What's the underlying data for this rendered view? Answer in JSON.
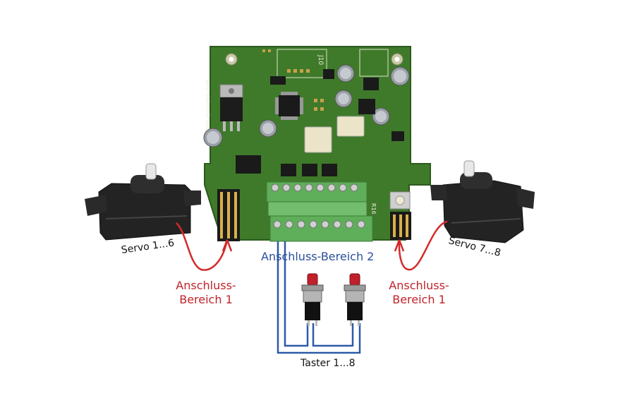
{
  "labels": {
    "servo_left": "Servo 1...6",
    "servo_right": "Servo 7...8",
    "area1_left_line1": "Anschluss-",
    "area1_left_line2": "Bereich 1",
    "area1_right_line1": "Anschluss-",
    "area1_right_line2": "Bereich 1",
    "area2": "Anschluss-Bereich 2",
    "buttons": "Taster 1...8"
  },
  "pcb": {
    "silkscreen_brand": "Tams Elektronik GmbH",
    "silkscreen_j10": "J10",
    "silkscreen_r16": "R16"
  },
  "colors": {
    "pcb_green": "#3f7a2a",
    "servo_wire_red": "#d42a2a",
    "button_wire_blue": "#2e5aa8",
    "label_red": "#c0232b",
    "label_blue": "#2a4f9c",
    "terminal_green": "#5fae5a"
  },
  "icons": [
    "servo-icon",
    "push-button-icon",
    "pcb-icon",
    "terminal-block-icon",
    "pin-header-icon"
  ]
}
